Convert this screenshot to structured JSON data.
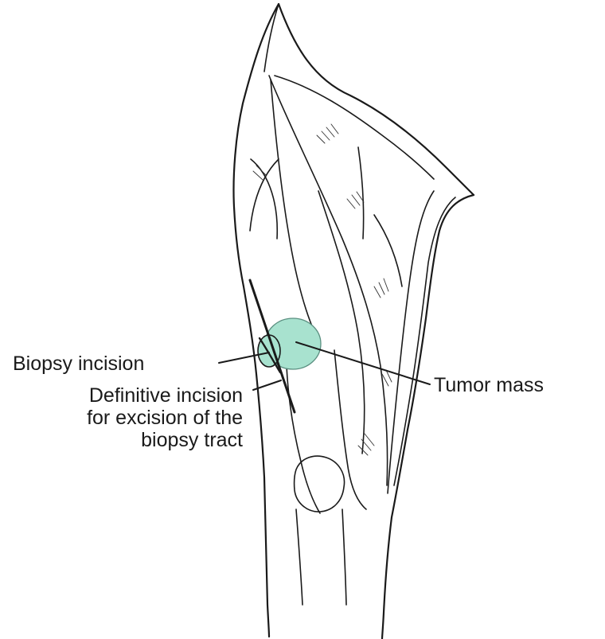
{
  "labels": {
    "biopsy_incision": "Biopsy incision",
    "definitive_incision_line1": "Definitive incision",
    "definitive_incision_line2": "for excision of the",
    "definitive_incision_line3": "biopsy tract",
    "tumor_mass": "Tumor mass"
  },
  "colors": {
    "tumor_fill": "#a8e2cf",
    "line": "#1a1a1a",
    "background": "#ffffff"
  }
}
